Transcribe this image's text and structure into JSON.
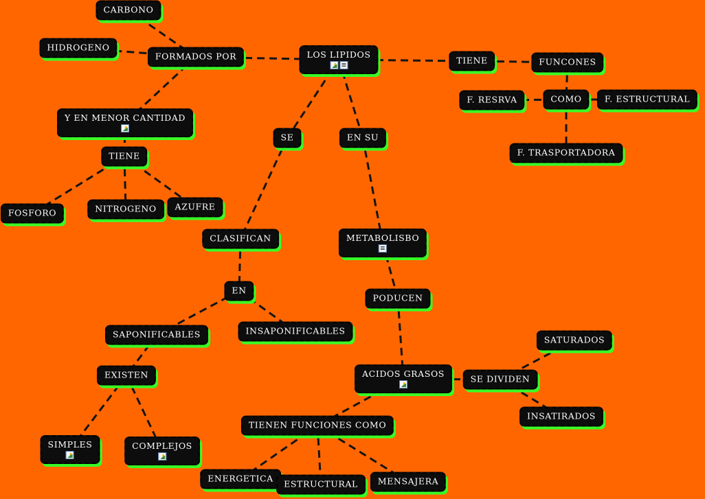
{
  "concepts": {
    "lipidos": {
      "label": "LOS  LIPIDOS",
      "icons": [
        "image-icon",
        "document-icon"
      ]
    },
    "formados": {
      "label": "FORMADOS POR"
    },
    "carbono": {
      "label": "CARBONO"
    },
    "hidrogeno": {
      "label": "HIDROGENO"
    },
    "menor": {
      "label": "Y EN MENOR CANTIDAD",
      "icons": [
        "image-icon"
      ]
    },
    "tiene_left": {
      "label": "TIENE"
    },
    "fosforo": {
      "label": "FOSFORO"
    },
    "nitrogeno": {
      "label": "NITROGENO"
    },
    "azufre": {
      "label": "AZUFRE"
    },
    "tiene_right": {
      "label": "TIENE"
    },
    "funciones": {
      "label": "FUNCONES"
    },
    "como": {
      "label": "COMO"
    },
    "f_reserva": {
      "label": "F. RESRVA"
    },
    "f_estructural": {
      "label": "F. ESTRUCTURAL"
    },
    "f_transportadora": {
      "label": "F. TRASPORTADORA"
    },
    "se": {
      "label": "SE"
    },
    "clasifican": {
      "label": "CLASIFICAN"
    },
    "en": {
      "label": "EN"
    },
    "saponificables": {
      "label": "SAPONIFICABLES"
    },
    "insaponificables": {
      "label": "INSAPONIFICABLES"
    },
    "existen": {
      "label": "EXISTEN"
    },
    "simples": {
      "label": "SIMPLES",
      "icons": [
        "image-icon"
      ]
    },
    "complejos": {
      "label": "COMPLEJOS",
      "icons": [
        "image-icon"
      ]
    },
    "en_su": {
      "label": "EN SU"
    },
    "metabolismo": {
      "label": "METABOLISBO",
      "icons": [
        "document-icon"
      ]
    },
    "producen": {
      "label": "PODUCEN"
    },
    "acidos": {
      "label": "ACIDOS GRASOS",
      "icons": [
        "image-icon"
      ]
    },
    "se_dividen": {
      "label": "SE DIVIDEN"
    },
    "saturados": {
      "label": "SATURADOS"
    },
    "insaturados": {
      "label": "INSATIRADOS"
    },
    "tienen_funciones": {
      "label": "TIENEN FUNCIONES COMO"
    },
    "energetica": {
      "label": "ENERGETICA"
    },
    "estructural": {
      "label": "ESTRUCTURAL"
    },
    "mensajera": {
      "label": "MENSAJERA"
    }
  },
  "links": [
    [
      "lipidos",
      "formados"
    ],
    [
      "formados",
      "carbono"
    ],
    [
      "formados",
      "hidrogeno"
    ],
    [
      "formados",
      "menor"
    ],
    [
      "menor",
      "tiene_left"
    ],
    [
      "tiene_left",
      "fosforo"
    ],
    [
      "tiene_left",
      "nitrogeno"
    ],
    [
      "tiene_left",
      "azufre"
    ],
    [
      "lipidos",
      "tiene_right"
    ],
    [
      "tiene_right",
      "funciones"
    ],
    [
      "funciones",
      "como"
    ],
    [
      "como",
      "f_reserva"
    ],
    [
      "como",
      "f_estructural"
    ],
    [
      "como",
      "f_transportadora"
    ],
    [
      "lipidos",
      "se"
    ],
    [
      "se",
      "clasifican"
    ],
    [
      "clasifican",
      "en"
    ],
    [
      "en",
      "saponificables"
    ],
    [
      "en",
      "insaponificables"
    ],
    [
      "saponificables",
      "existen"
    ],
    [
      "existen",
      "simples"
    ],
    [
      "existen",
      "complejos"
    ],
    [
      "lipidos",
      "en_su"
    ],
    [
      "en_su",
      "metabolismo"
    ],
    [
      "metabolismo",
      "producen"
    ],
    [
      "producen",
      "acidos"
    ],
    [
      "acidos",
      "se_dividen"
    ],
    [
      "se_dividen",
      "saturados"
    ],
    [
      "se_dividen",
      "insaturados"
    ],
    [
      "acidos",
      "tienen_funciones"
    ],
    [
      "tienen_funciones",
      "energetica"
    ],
    [
      "tienen_funciones",
      "estructural"
    ],
    [
      "tienen_funciones",
      "mensajera"
    ]
  ]
}
